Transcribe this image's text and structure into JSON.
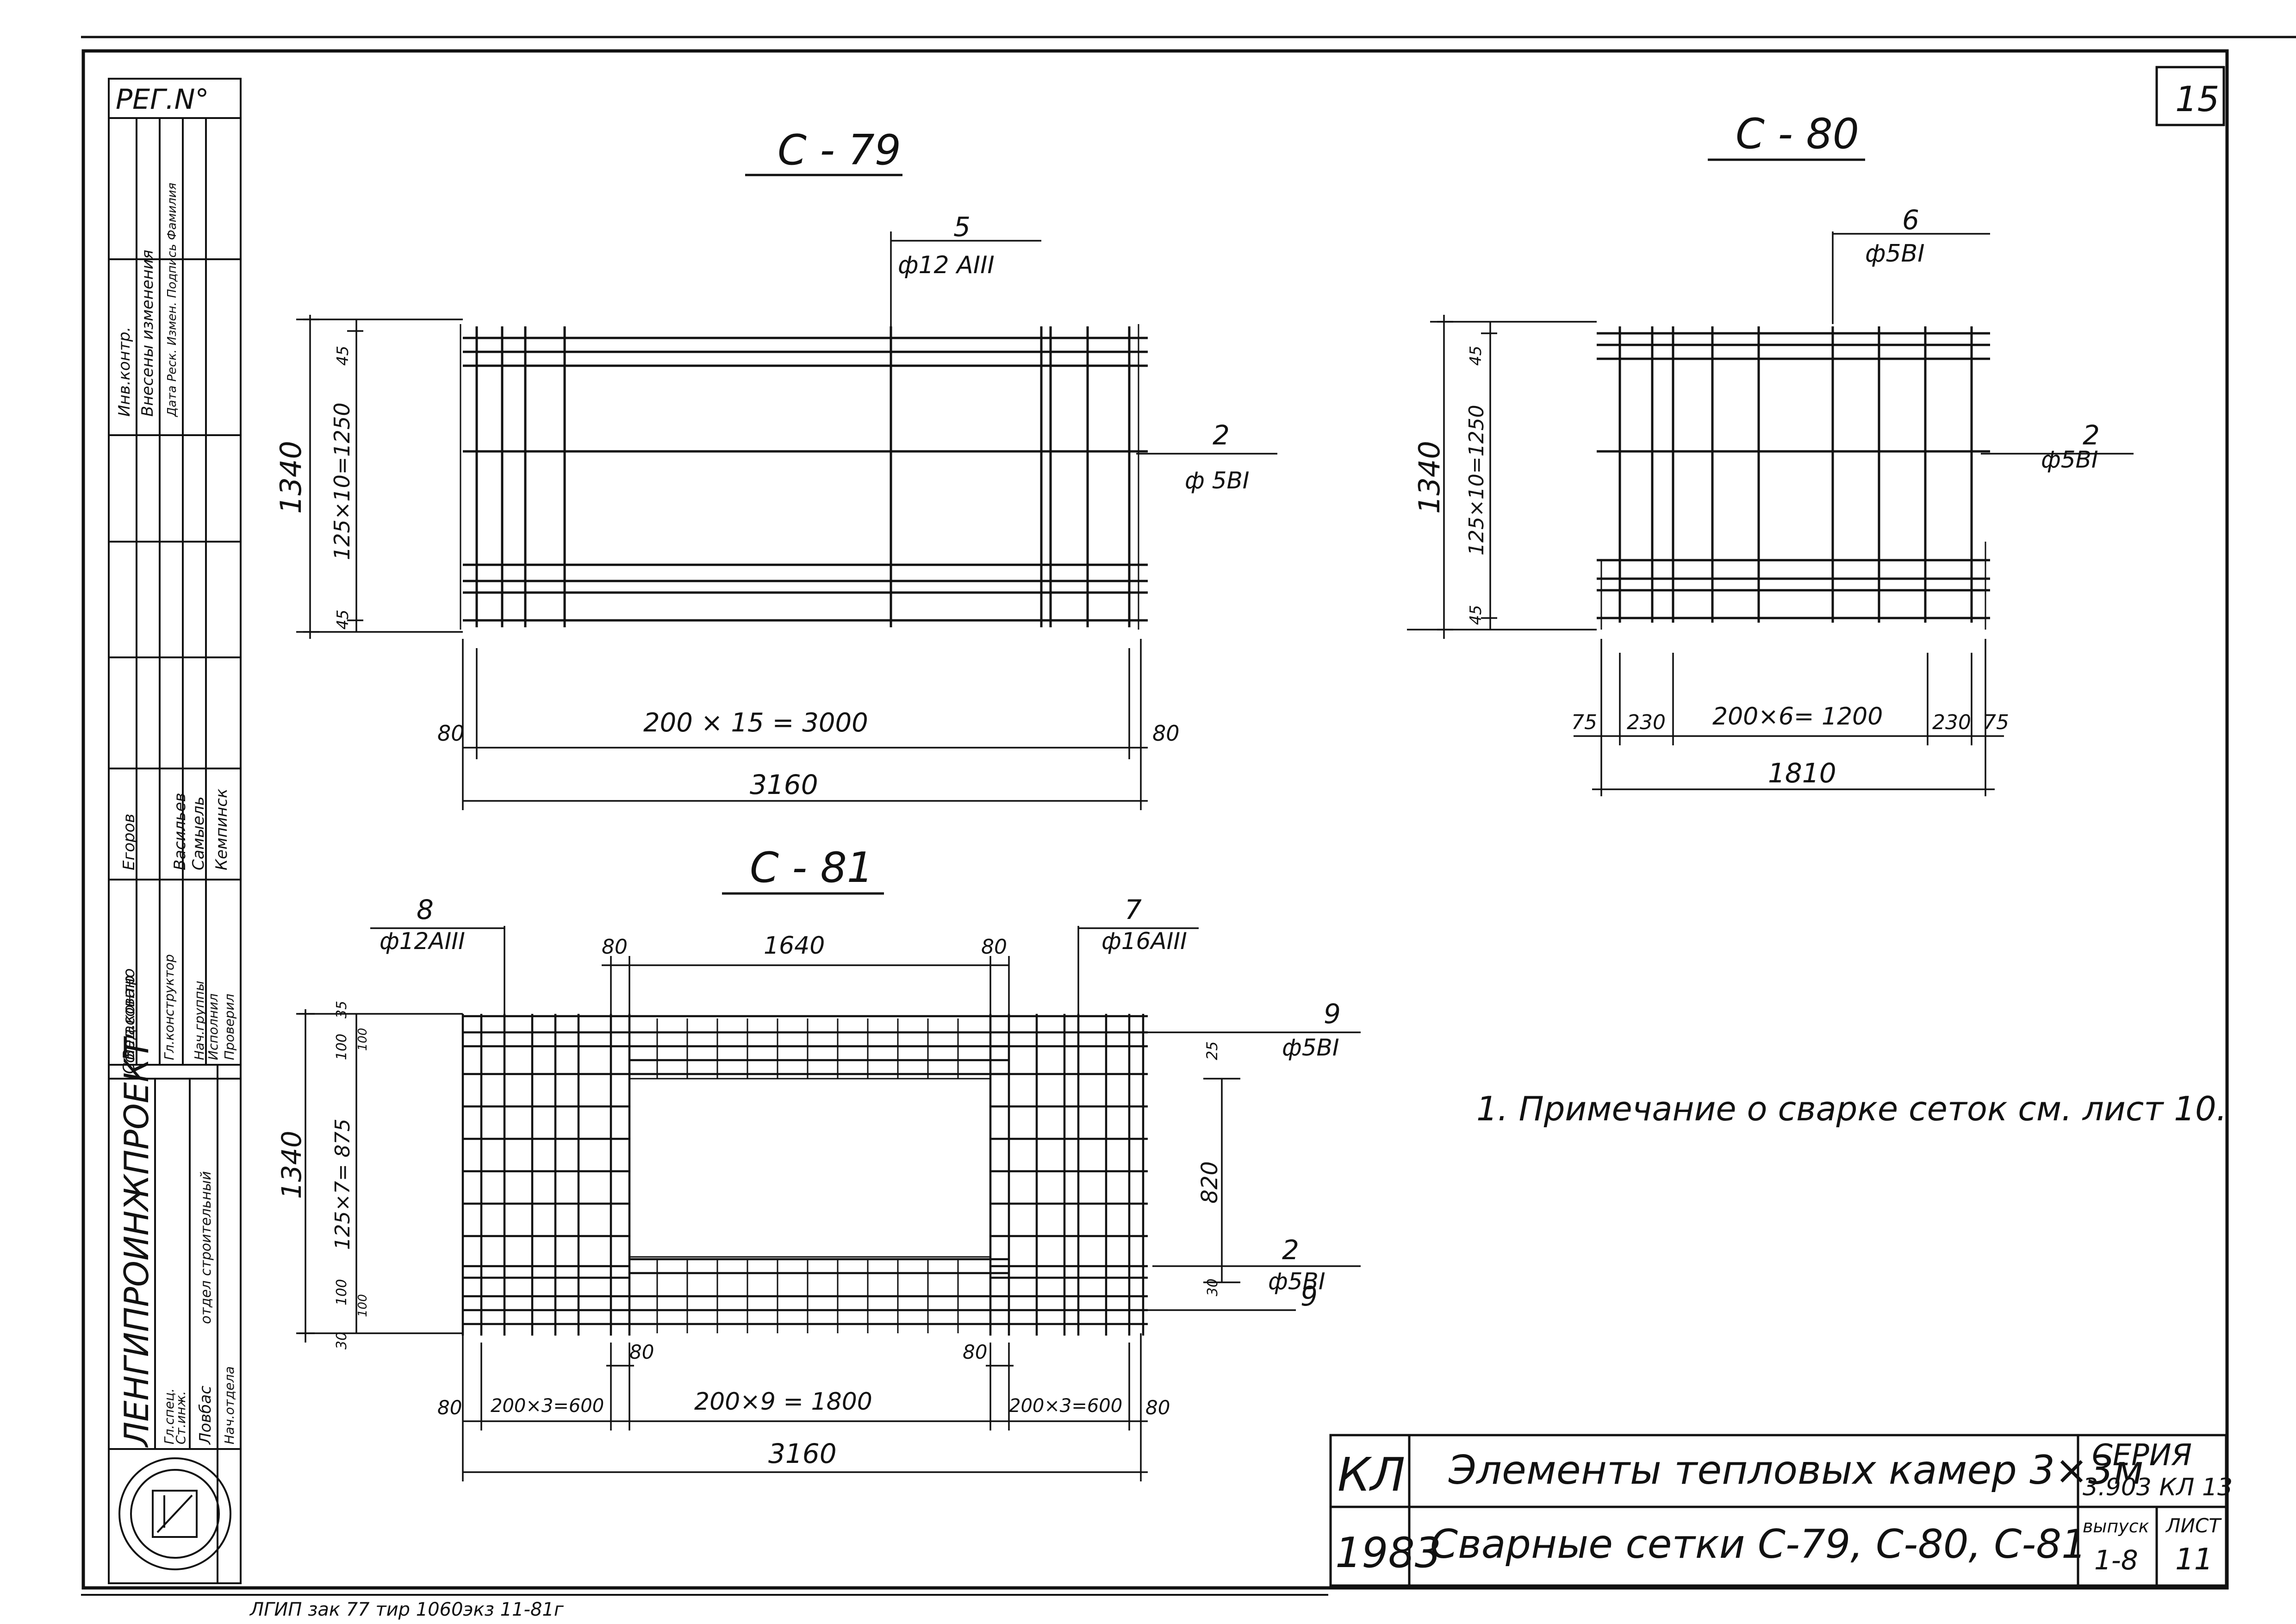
{
  "sheet": {
    "sheet_number": "15",
    "note": "1. Примечание о сварке сеток см. лист 10.",
    "print_stamp": "ЛГИП зак 77 тир 1060экз 11-81г"
  },
  "left_stamp": {
    "reg_label": "РЕГ.N°",
    "rows": [
      "Инв.контр.",
      "Внесены изменения",
      "Дата Реск. Измен. Подпись Фамилия",
      "Согласовано",
      "Егоров",
      "Васильев",
      "Самыель",
      "Кемпинск",
      "Вед.контр",
      "Гл.конструктор",
      "Нач.группы",
      "Исполнил",
      "Проверил",
      "Гл.спец.",
      "Ст.инж.",
      "Ловбас",
      "Нач.отдела"
    ],
    "org": "ЛЕНГИПРОИНЖПРОЕКТ",
    "org_sub": "отдел строительный"
  },
  "title_block": {
    "code": "КЛ",
    "year": "1983",
    "title_line1": "Элементы тепловых камер 3×3м",
    "title_line2": "Сварные сетки С-79, С-80, С-81",
    "series_label": "СЕРИЯ",
    "series_value": "3.903 КЛ 13",
    "issue_label": "выпуск",
    "issue_value": "1-8",
    "sheet_label": "ЛИСТ",
    "sheet_value": "11"
  },
  "c79": {
    "title": "С - 79",
    "pos_a": "5",
    "pos_a_spec": "ф12 АIII",
    "pos_b": "2",
    "pos_b_spec": "ф 5ВI",
    "dim_total_h": "1340",
    "dim_inner_h": "125×10=1250",
    "dim_edge_top": "45",
    "dim_edge_bot": "45",
    "dim_left": "80",
    "dim_mid": "200 × 15 = 3000",
    "dim_right": "80",
    "dim_total_w": "3160"
  },
  "c80": {
    "title": "С - 80",
    "pos_a": "6",
    "pos_a_spec": "ф5ВI",
    "pos_b": "2",
    "pos_b_spec": "ф5ВI",
    "dim_total_h": "1340",
    "dim_inner_h": "125×10=1250",
    "dim_edge_top": "45",
    "dim_edge_bot": "45",
    "dim_75a": "75",
    "dim_230a": "230",
    "dim_mid": "200×6= 1200",
    "dim_230b": "230",
    "dim_75b": "75",
    "dim_total_w": "1810"
  },
  "c81": {
    "title": "С - 81",
    "pos_8": "8",
    "pos_8_spec": "ф12АIII",
    "pos_7": "7",
    "pos_7_spec": "ф16АIII",
    "pos_9": "9",
    "pos_9_spec": "ф5ВI",
    "pos_2": "2",
    "pos_2_spec": "ф5ВI",
    "pos_9b": "9",
    "dim_top_80a": "80",
    "dim_top_1640": "1640",
    "dim_top_80b": "80",
    "dim_35": "35",
    "dim_100a": "100",
    "dim_100b": "100",
    "dim_100c": "100",
    "dim_100d": "100",
    "dim_30": "30",
    "dim_total_h": "1340",
    "dim_inner_h": "125×7= 875",
    "dim_25": "25",
    "dim_820": "820",
    "dim_30r": "30",
    "dim_bot_80a": "80",
    "dim_bot_80b": "80",
    "dim_80l": "80",
    "dim_600a": "200×3=600",
    "dim_1800": "200×9 = 1800",
    "dim_600b": "200×3=600",
    "dim_80r": "80",
    "dim_total_w": "3160"
  }
}
